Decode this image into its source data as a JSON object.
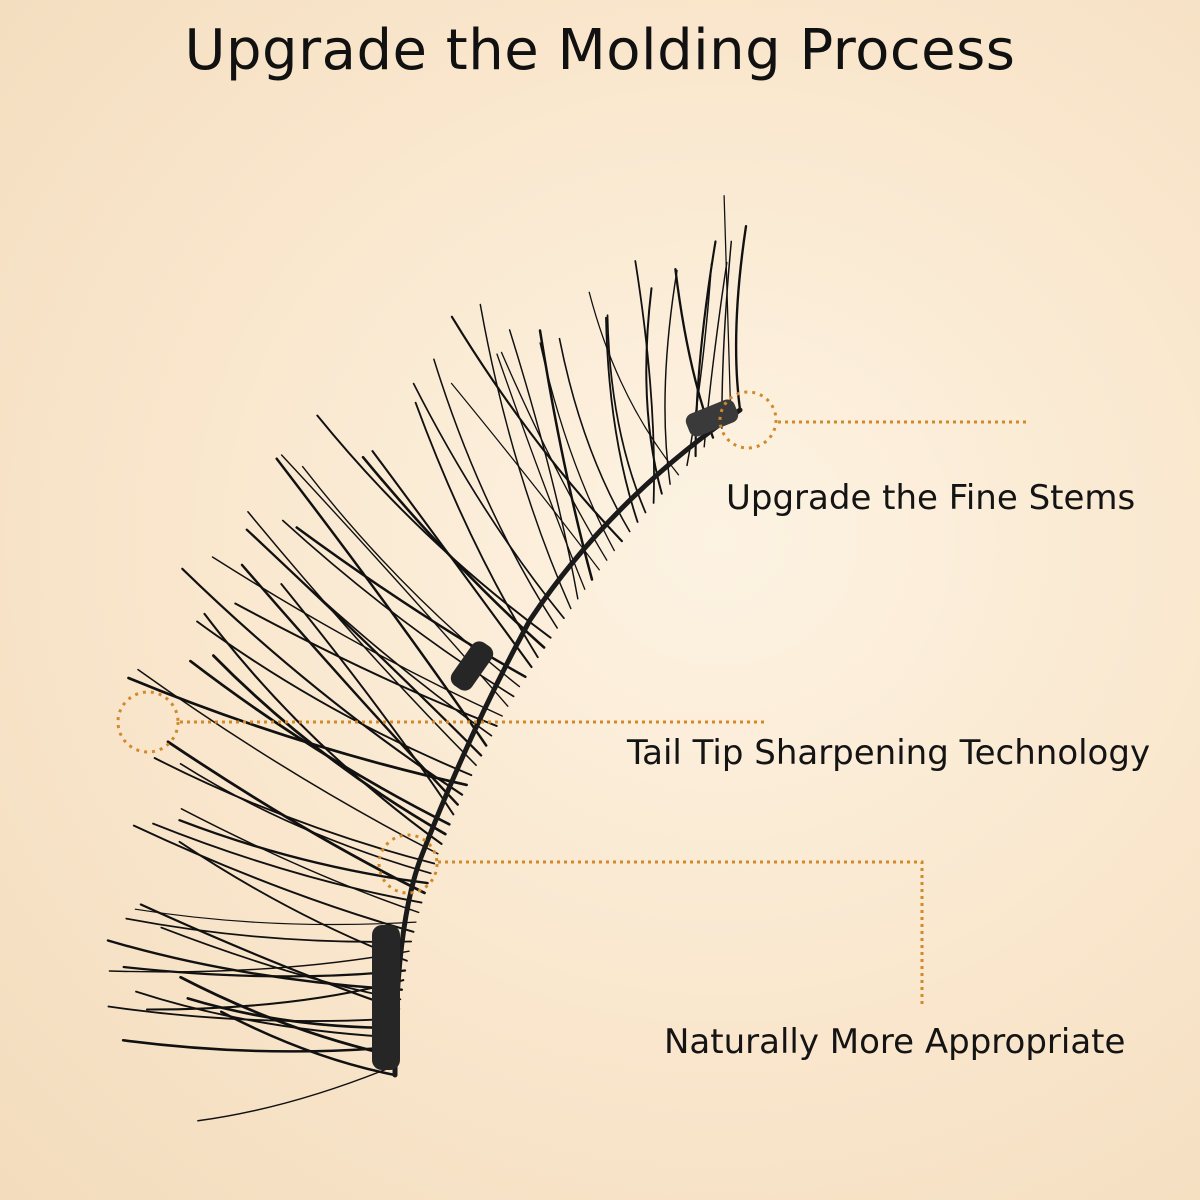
{
  "title": "Upgrade the Molding Process",
  "callouts": [
    {
      "label": "Upgrade the Fine Stems"
    },
    {
      "label": "Tail Tip Sharpening Technology"
    },
    {
      "label": "Naturally More Appropriate"
    }
  ],
  "colors": {
    "background": "#f9e6cc",
    "callout_line": "#d08a2c",
    "lash": "#111111",
    "magnet": "#2a2a2a"
  }
}
